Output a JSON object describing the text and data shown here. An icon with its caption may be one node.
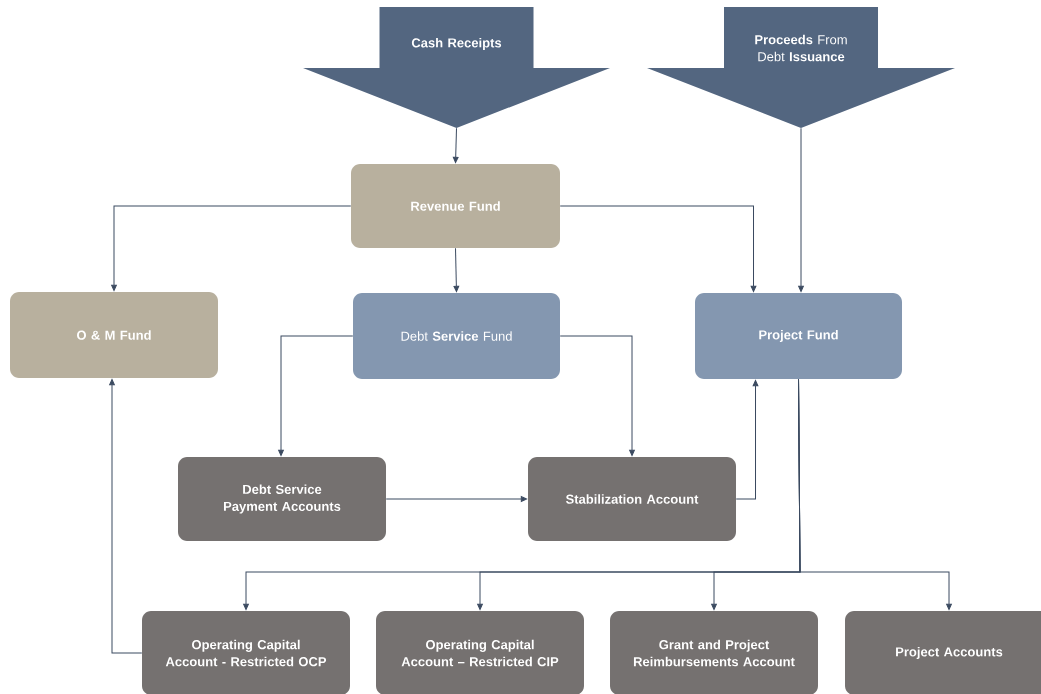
{
  "diagram": {
    "nodes": [
      {
        "text": [
          "Cash Receipts"
        ]
      },
      {
        "text": [
          "**Proceeds** From Debt **Issuance**"
        ]
      },
      {
        "text": [
          "Revenue Fund"
        ]
      },
      {
        "text": [
          "O & M Fund"
        ]
      },
      {
        "text": [
          "Debt **Service** Fund"
        ]
      },
      {
        "text": [
          "Project Fund"
        ]
      },
      {
        "text": [
          "Debt Service Payment Accounts"
        ]
      },
      {
        "text": [
          "Stabilization Account"
        ]
      },
      {
        "text": [
          "Operating Capital Account - Restricted OCP"
        ]
      },
      {
        "text": [
          "Operating Capital Account – Restricted CIP"
        ]
      },
      {
        "text": [
          "Grant and Project Reimbursements Account"
        ]
      },
      {
        "text": [
          "Project Accounts"
        ]
      }
    ],
    "edges": [
      {
        "from": 0,
        "to": 2,
        "arrow": "to"
      },
      {
        "from": 1,
        "to": 5,
        "arrow": "to"
      },
      {
        "from": 2,
        "to": 3,
        "arrow": "to"
      },
      {
        "from": 2,
        "to": 4,
        "arrow": "to"
      },
      {
        "from": 2,
        "to": 5,
        "arrow": "to"
      },
      {
        "from": 4,
        "to": 6,
        "arrow": "to"
      },
      {
        "from": 4,
        "to": 7,
        "arrow": "to"
      },
      {
        "from": 6,
        "to": 7,
        "arrow": "to"
      },
      {
        "from": 7,
        "to": 5,
        "arrow": "to"
      },
      {
        "from": 5,
        "to": 8,
        "arrow": "to"
      },
      {
        "from": 5,
        "to": 9,
        "arrow": "to"
      },
      {
        "from": 5,
        "to": 10,
        "arrow": "to"
      },
      {
        "from": 5,
        "to": 11,
        "arrow": "to"
      },
      {
        "from": 8,
        "to": 3,
        "arrow": "to"
      }
    ]
  }
}
